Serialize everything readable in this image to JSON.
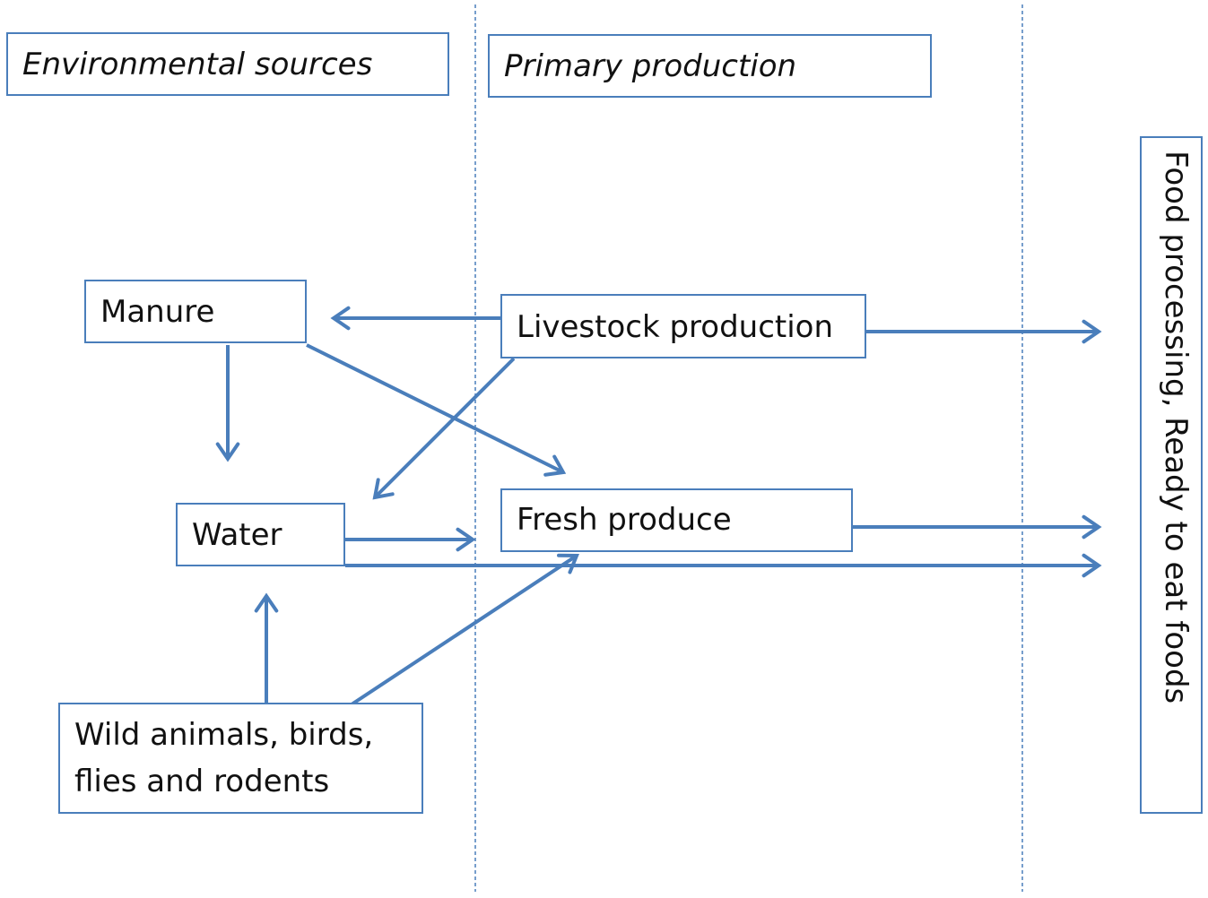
{
  "colors": {
    "stroke": "#4a7ebb",
    "text": "#111111"
  },
  "headers": {
    "environmental": "Environmental sources",
    "primary": "Primary production"
  },
  "nodes": {
    "manure": "Manure",
    "livestock": "Livestock production",
    "water": "Water",
    "fresh_produce": "Fresh produce",
    "wild_line1": "Wild animals, birds,",
    "wild_line2": "flies and rodents",
    "food": "Food processing,  Ready to eat foods"
  },
  "edges": [
    {
      "from": "Livestock production",
      "to": "Manure"
    },
    {
      "from": "Manure",
      "to": "Water"
    },
    {
      "from": "Manure",
      "to": "Fresh produce"
    },
    {
      "from": "Livestock production",
      "to": "Water"
    },
    {
      "from": "Livestock production",
      "to": "Food processing, Ready to eat foods"
    },
    {
      "from": "Water",
      "to": "Fresh produce"
    },
    {
      "from": "Water",
      "to": "Food processing, Ready to eat foods"
    },
    {
      "from": "Fresh produce",
      "to": "Food processing, Ready to eat foods"
    },
    {
      "from": "Wild animals, birds, flies and rodents",
      "to": "Water"
    },
    {
      "from": "Wild animals, birds, flies and rodents",
      "to": "Fresh produce"
    }
  ]
}
